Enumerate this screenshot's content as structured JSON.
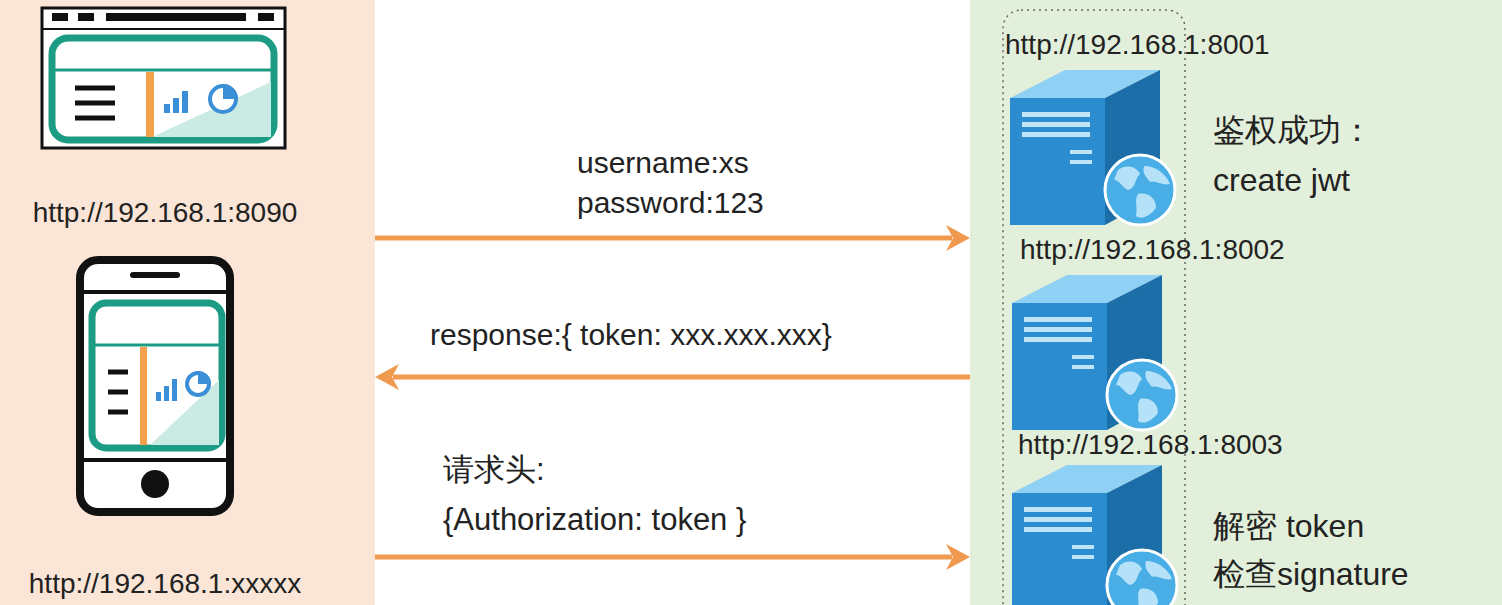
{
  "diagram": {
    "nodes": [
      {
        "text": [
          "http://192.168.1:8090",
          "http://192.168.1:xxxxx"
        ]
      },
      {
        "text": [
          "http://192.168.1:8001",
          "鉴权成功： create jwt",
          "http://192.168.1:8002",
          "http://192.168.1:8003",
          "解密 token 检查signature"
        ]
      }
    ],
    "edges": [
      {
        "from": 0,
        "to": 1,
        "label": "username:xs password:123",
        "arrow": "to"
      },
      {
        "from": 1,
        "to": 0,
        "label": "response:{ token: xxx.xxx.xxx}",
        "arrow": "to"
      },
      {
        "from": 0,
        "to": 1,
        "label": "请求头: {Authorization: token }",
        "arrow": "to"
      }
    ]
  }
}
